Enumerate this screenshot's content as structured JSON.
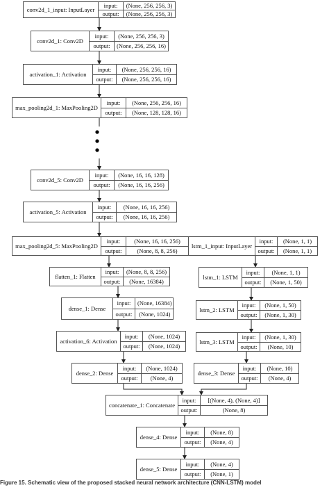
{
  "labels": {
    "input": "input:",
    "output": "output:"
  },
  "layers": {
    "conv2d_1_input": {
      "name": "conv2d_1_input: InputLayer",
      "input": "(None, 256, 256, 3)",
      "output": "(None, 256, 256, 3)"
    },
    "conv2d_1": {
      "name": "conv2d_1: Conv2D",
      "input": "(None, 256, 256, 3)",
      "output": "(None, 256, 256, 16)"
    },
    "activation_1": {
      "name": "activation_1: Activation",
      "input": "(None, 256, 256, 16)",
      "output": "(None, 256, 256, 16)"
    },
    "max_pooling2d_1": {
      "name": "max_pooling2d_1: MaxPooling2D",
      "input": "(None, 256, 256, 16)",
      "output": "(None, 128, 128, 16)"
    },
    "conv2d_5": {
      "name": "conv2d_5: Conv2D",
      "input": "(None, 16, 16, 128)",
      "output": "(None, 16, 16, 256)"
    },
    "activation_5": {
      "name": "activation_5: Activation",
      "input": "(None, 16, 16, 256)",
      "output": "(None, 16, 16, 256)"
    },
    "max_pooling2d_5": {
      "name": "max_pooling2d_5: MaxPooling2D",
      "input": "(None, 16, 16, 256)",
      "output": "(None, 8, 8, 256)"
    },
    "flatten_1": {
      "name": "flatten_1: Flatten",
      "input": "(None, 8, 8, 256)",
      "output": "(None, 16384)"
    },
    "dense_1": {
      "name": "dense_1: Dense",
      "input": "(None, 16384)",
      "output": "(None, 1024)"
    },
    "activation_6": {
      "name": "activation_6: Activation",
      "input": "(None, 1024)",
      "output": "(None, 1024)"
    },
    "dense_2": {
      "name": "dense_2: Dense",
      "input": "(None, 1024)",
      "output": "(None, 4)"
    },
    "lstm_1_input": {
      "name": "lstm_1_input: InputLayer",
      "input": "(None, 1, 1)",
      "output": "(None, 1, 1)"
    },
    "lstm_1": {
      "name": "lstm_1: LSTM",
      "input": "(None, 1, 1)",
      "output": "(None, 1, 50)"
    },
    "lstm_2": {
      "name": "lstm_2: LSTM",
      "input": "(None, 1, 50)",
      "output": "(None, 1, 30)"
    },
    "lstm_3": {
      "name": "lstm_3: LSTM",
      "input": "(None, 1, 30)",
      "output": "(None, 10)"
    },
    "dense_3": {
      "name": "dense_3: Dense",
      "input": "(None, 10)",
      "output": "(None, 4)"
    },
    "concatenate_1": {
      "name": "concatenate_1: Concatenate",
      "input": "[(None, 4), (None, 4)]",
      "output": "(None, 8)"
    },
    "dense_4": {
      "name": "dense_4: Dense",
      "input": "(None, 8)",
      "output": "(None, 4)"
    },
    "dense_5": {
      "name": "dense_5: Dense",
      "input": "(None, 4)",
      "output": "(None, 1)"
    }
  },
  "caption": "Figure 15. Schematic view of the proposed stacked neural network architecture (CNN-LSTM) model"
}
